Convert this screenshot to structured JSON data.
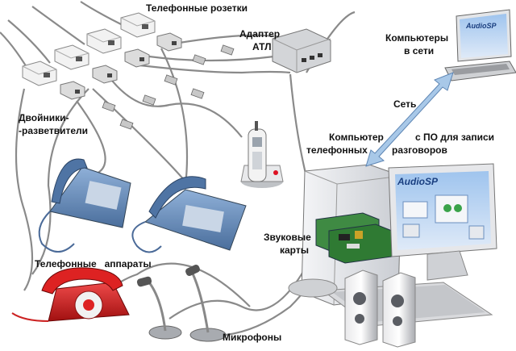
{
  "labels": {
    "sockets": "Телефонные розетки",
    "adapter_line1": "Адаптер",
    "adapter_line2": "АТЛ",
    "splitters_line1": "Двойники-",
    "splitters_line2": "-разветвители",
    "network_pcs_line1": "Компьютеры",
    "network_pcs_line2": "в сети",
    "network": "Сеть",
    "computer_line1": "Компьютер",
    "computer_line2": "телефонных",
    "software_line1": "с ПО для записи",
    "software_line2": "разговоров",
    "sound_cards_line1": "Звуковые",
    "sound_cards_line2": "карты",
    "phones": "Телефонные   аппараты",
    "microphones": "Микрофоны"
  },
  "screen_logo": "AudioSP",
  "laptop_logo": "AudioSP",
  "colors": {
    "cable": "#8a8a8a",
    "phone_blue": "#5e83b3",
    "phone_red": "#c81b1b",
    "device_gray": "#d8dadc",
    "network_arrow": "#a8c8e8"
  }
}
